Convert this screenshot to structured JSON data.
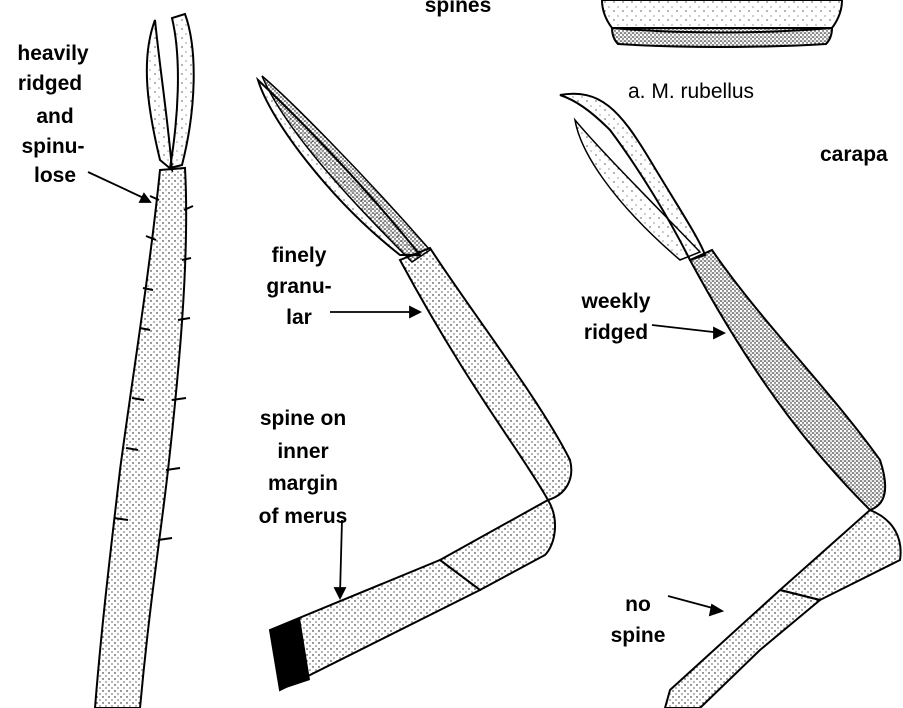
{
  "labels": {
    "spines": "spines",
    "heavily": "heavily",
    "ridged": "ridged",
    "and": "and",
    "spinu": "spinu-",
    "lose": "lose",
    "finely": "finely",
    "granu": "granu-",
    "lar": "lar",
    "spine_on": "spine on",
    "inner": "inner",
    "margin": "margin",
    "of_merus": "of merus",
    "weekly": "weekly",
    "ridged2": "ridged",
    "no": "no",
    "spine": "spine",
    "carapa": "carapa"
  },
  "caption": "a. M. rubellus",
  "colors": {
    "ink": "#000000",
    "paper": "#ffffff"
  }
}
